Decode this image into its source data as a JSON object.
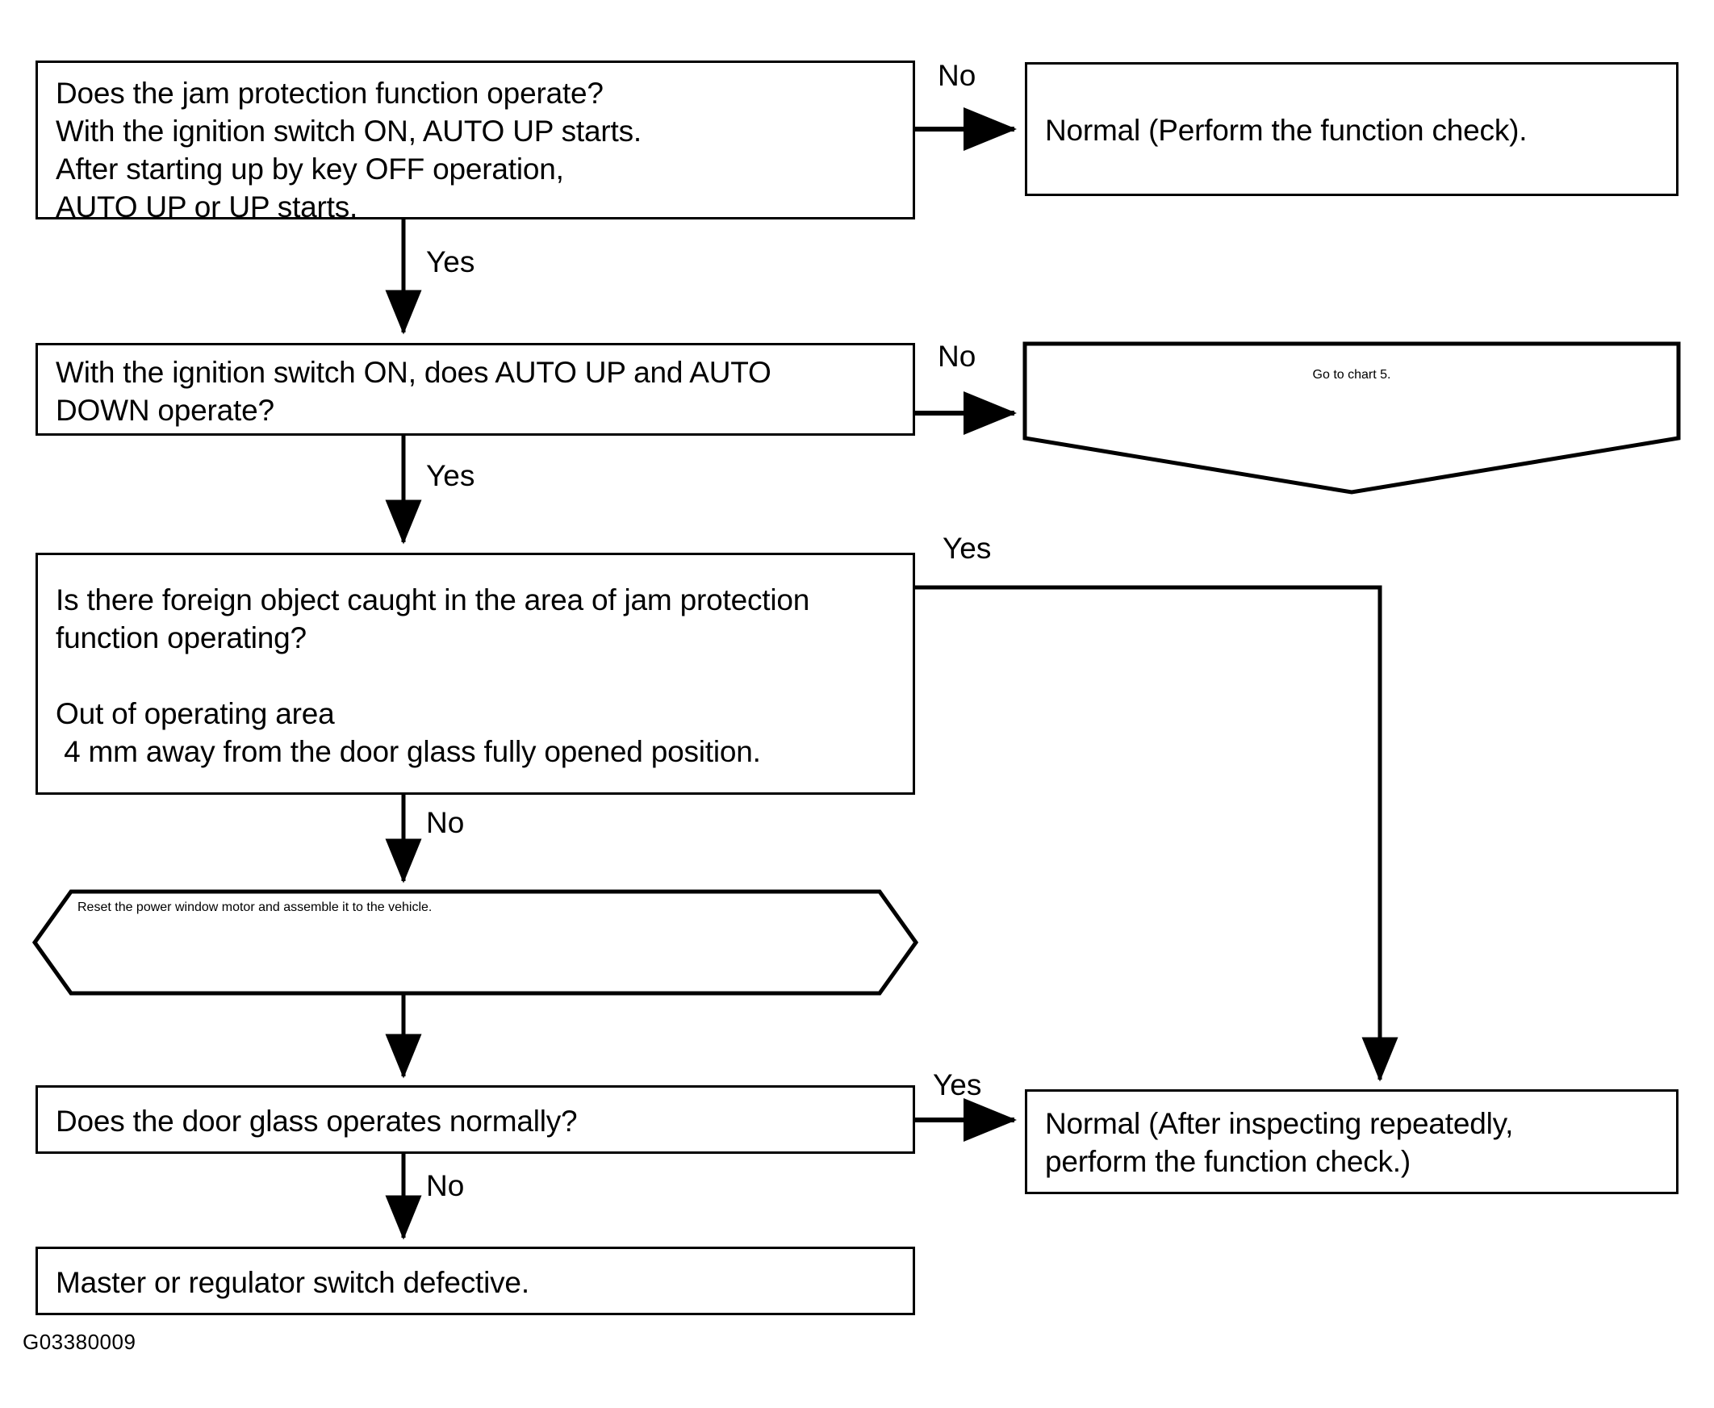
{
  "diagram": {
    "caption": "G03380009",
    "line_color": "#000000",
    "background": "#ffffff",
    "nodes": {
      "q1": {
        "shape": "rectangle",
        "text": "Does the jam protection function operate?\nWith the ignition switch ON, AUTO UP starts.\nAfter starting up by key OFF operation,\nAUTO UP or UP starts."
      },
      "normal1": {
        "shape": "rectangle",
        "text": "Normal (Perform the function check)."
      },
      "q2": {
        "shape": "rectangle",
        "text": "With the ignition switch ON, does AUTO UP and AUTO\nDOWN operate?"
      },
      "chart5": {
        "shape": "pentagon-down",
        "text": "Go to chart 5."
      },
      "q3": {
        "shape": "rectangle",
        "text": "Is there foreign object caught in the area of jam protection\nfunction operating?\n\nOut of operating area\n 4 mm away from the door glass fully opened position."
      },
      "reset": {
        "shape": "hexagon",
        "text": "Reset the power window motor and assemble it to\nthe vehicle."
      },
      "q4": {
        "shape": "rectangle",
        "text": "Does the door glass operates normally?"
      },
      "normal2": {
        "shape": "rectangle",
        "text": "Normal (After inspecting repeatedly,\nperform the function check.)"
      },
      "defect": {
        "shape": "rectangle",
        "text": "Master or regulator switch defective."
      }
    },
    "edge_labels": {
      "q1_no": "No",
      "q1_yes": "Yes",
      "q2_no": "No",
      "q2_yes": "Yes",
      "q3_yes": "Yes",
      "q3_no": "No",
      "q4_yes": "Yes",
      "q4_no": "No"
    }
  }
}
